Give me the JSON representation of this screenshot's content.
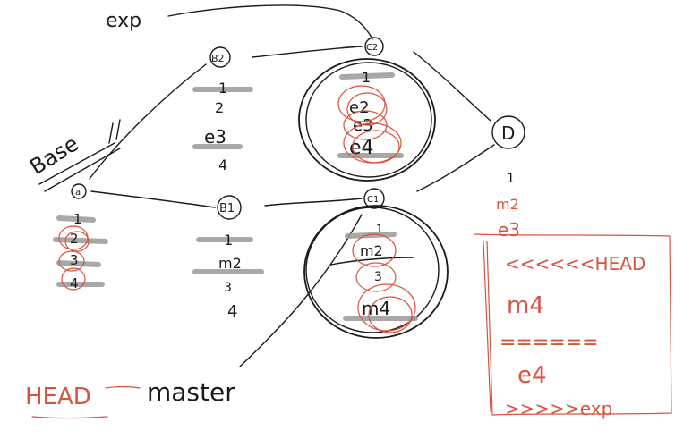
{
  "labels": {
    "exp": "exp",
    "base": "Base",
    "head_master_head": "HEAD",
    "head_master_master": "master",
    "head_exp": "<<<<<<HEAD",
    "exp_marker": ">>>>>exp",
    "separator": "======",
    "D": "D"
  },
  "nodes": {
    "a": {
      "label": "a",
      "lines": [
        "1",
        "2",
        "3",
        "4"
      ]
    },
    "B2": {
      "label": "B2",
      "lines": [
        "1",
        "2",
        "e3",
        "4"
      ]
    },
    "B1": {
      "label": "B1",
      "lines": [
        "1",
        "m2",
        "3",
        "4"
      ]
    },
    "C2": {
      "label": "C2",
      "lines": [
        "1",
        "e2",
        "e3",
        "e4"
      ]
    },
    "C1": {
      "label": "C1",
      "lines": [
        "1",
        "m2",
        "3",
        "m4"
      ]
    },
    "D": {
      "label": "D",
      "lines": [
        "1",
        "m2",
        "e3"
      ]
    }
  },
  "conflict": {
    "line_m4": "m4",
    "line_e4": "e4"
  },
  "colors": {
    "ink": "#1a1a1a",
    "red": "#d9533f",
    "highlight": "#9a9a9a"
  }
}
